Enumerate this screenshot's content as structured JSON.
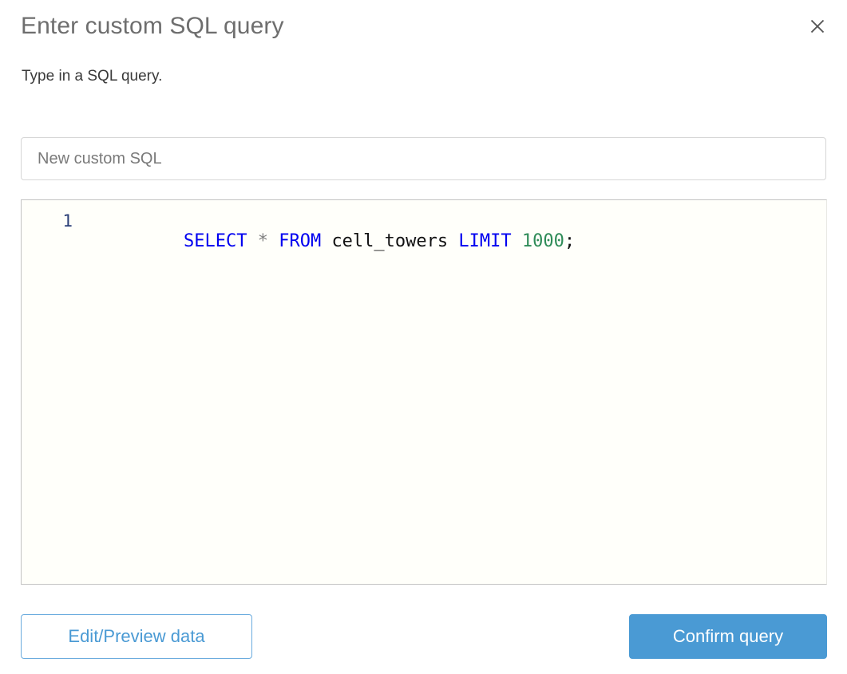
{
  "dialog": {
    "title": "Enter custom SQL query",
    "subtitle": "Type in a SQL query.",
    "close_icon": "close-icon"
  },
  "name_field": {
    "value": "",
    "placeholder": "New custom SQL"
  },
  "editor": {
    "line_number": "1",
    "tokens": [
      {
        "text": "SELECT",
        "type": "keyword"
      },
      {
        "text": " ",
        "type": "plain"
      },
      {
        "text": "*",
        "type": "operator"
      },
      {
        "text": " ",
        "type": "plain"
      },
      {
        "text": "FROM",
        "type": "keyword"
      },
      {
        "text": " ",
        "type": "plain"
      },
      {
        "text": "cell_towers",
        "type": "identifier"
      },
      {
        "text": " ",
        "type": "plain"
      },
      {
        "text": "LIMIT",
        "type": "keyword"
      },
      {
        "text": " ",
        "type": "plain"
      },
      {
        "text": "1000",
        "type": "number"
      },
      {
        "text": ";",
        "type": "punct"
      }
    ],
    "full_text": "SELECT * FROM cell_towers LIMIT 1000;"
  },
  "footer": {
    "secondary_label": "Edit/Preview data",
    "primary_label": "Confirm query"
  },
  "colors": {
    "accent": "#4a9ad4",
    "keyword": "#0000f0",
    "number": "#2e8b57",
    "operator": "#808080",
    "gutter": "#2b3f77",
    "title": "#6e6e6e",
    "subtitle": "#3a3a3a",
    "editor_bg": "#fffffa"
  }
}
